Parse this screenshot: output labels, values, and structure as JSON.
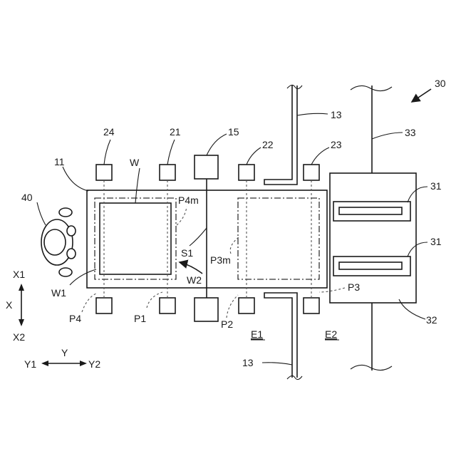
{
  "labels": {
    "ref_30": "30",
    "ref_33": "33",
    "ref_13_top": "13",
    "ref_13_bottom": "13",
    "ref_15": "15",
    "ref_24": "24",
    "ref_21": "21",
    "ref_22": "22",
    "ref_23": "23",
    "ref_11": "11",
    "ref_W": "W",
    "ref_40": "40",
    "ref_P4m": "P4m",
    "ref_S1": "S1",
    "ref_P3m": "P3m",
    "ref_W2": "W2",
    "ref_W1": "W1",
    "ref_31_top": "31",
    "ref_31_bottom": "31",
    "ref_32": "32",
    "ref_P3": "P3",
    "ref_P4": "P4",
    "ref_P1": "P1",
    "ref_P2": "P2",
    "ref_E1": "E1",
    "ref_E2": "E2",
    "axis_X1": "X1",
    "axis_X": "X",
    "axis_X2": "X2",
    "axis_Y1": "Y1",
    "axis_Y": "Y",
    "axis_Y2": "Y2"
  }
}
